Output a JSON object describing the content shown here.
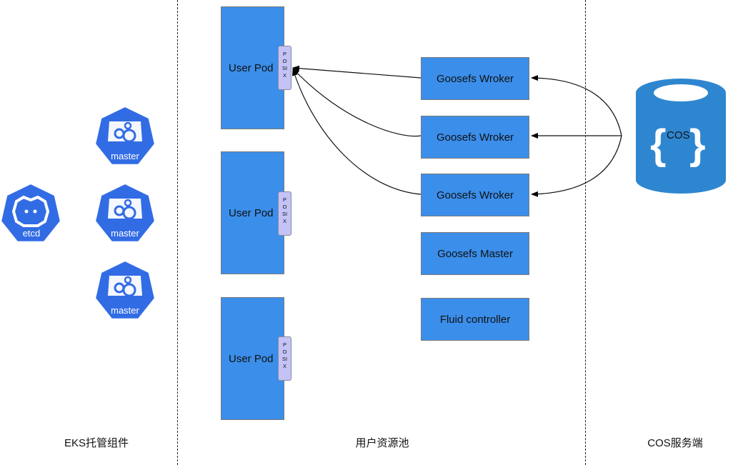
{
  "zones": {
    "eks": {
      "label": "EKS托管组件"
    },
    "user_pool": {
      "label": "用户资源池"
    },
    "cos_server": {
      "label": "COS服务端"
    }
  },
  "eks_components": {
    "etcd": {
      "label": "etcd",
      "icon": "etcd-icon"
    },
    "masters": [
      {
        "label": "master",
        "icon": "kubernetes-master-icon"
      },
      {
        "label": "master",
        "icon": "kubernetes-master-icon"
      },
      {
        "label": "master",
        "icon": "kubernetes-master-icon"
      }
    ]
  },
  "user_pods": [
    {
      "label": "User Pod",
      "interface": [
        "P",
        "O",
        "SI",
        "X"
      ]
    },
    {
      "label": "User Pod",
      "interface": [
        "P",
        "O",
        "SI",
        "X"
      ]
    },
    {
      "label": "User Pod",
      "interface": [
        "P",
        "O",
        "SI",
        "X"
      ]
    }
  ],
  "services": [
    {
      "label": "Goosefs Wroker"
    },
    {
      "label": "Goosefs Wroker"
    },
    {
      "label": "Goosefs Wroker"
    },
    {
      "label": "Goosefs Master"
    },
    {
      "label": "Fluid controller"
    }
  ],
  "storage": {
    "label": "COS",
    "icon": "database-cylinder-icon"
  },
  "colors": {
    "box_blue": "#3b8eea",
    "k8s_blue": "#326ce5",
    "cos_blue": "#2f86d0",
    "posix_purple": "#c3c3f7"
  }
}
